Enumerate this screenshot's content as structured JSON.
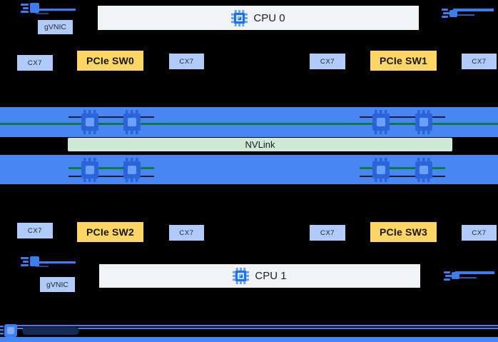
{
  "diagram_type": "server-gpu-topology",
  "nodes": {
    "cpus": [
      {
        "label": "CPU 0"
      },
      {
        "label": "CPU 1"
      }
    ],
    "gvnics": [
      "gVNIC",
      "gVNIC"
    ],
    "pcie_switches": [
      "PCIe SW0",
      "PCIe SW1",
      "PCIe SW2",
      "PCIe SW3"
    ],
    "cx7_nics": [
      "CX7",
      "CX7",
      "CX7",
      "CX7",
      "CX7",
      "CX7",
      "CX7",
      "CX7"
    ],
    "nvlink_label": "NVLink"
  },
  "icons": {
    "cpu_icon": "compute-engine-chip",
    "gpu_icon": "gpu-chip",
    "network_arrow": "network-egress-arrow",
    "legend_chip": "chip"
  },
  "colors": {
    "background": "#000000",
    "gpu_bar_blue": "#4886f4",
    "gpu_chip_blue": "#2b63d9",
    "nvlink_green_bg": "#ceead6",
    "nvlink_line_green": "#0e7a3c",
    "pcie_yellow": "#fdd663",
    "nic_light_blue": "#aecbfa",
    "cpu_gray": "#f1f3f4",
    "accent_blue": "#3e7df0"
  }
}
